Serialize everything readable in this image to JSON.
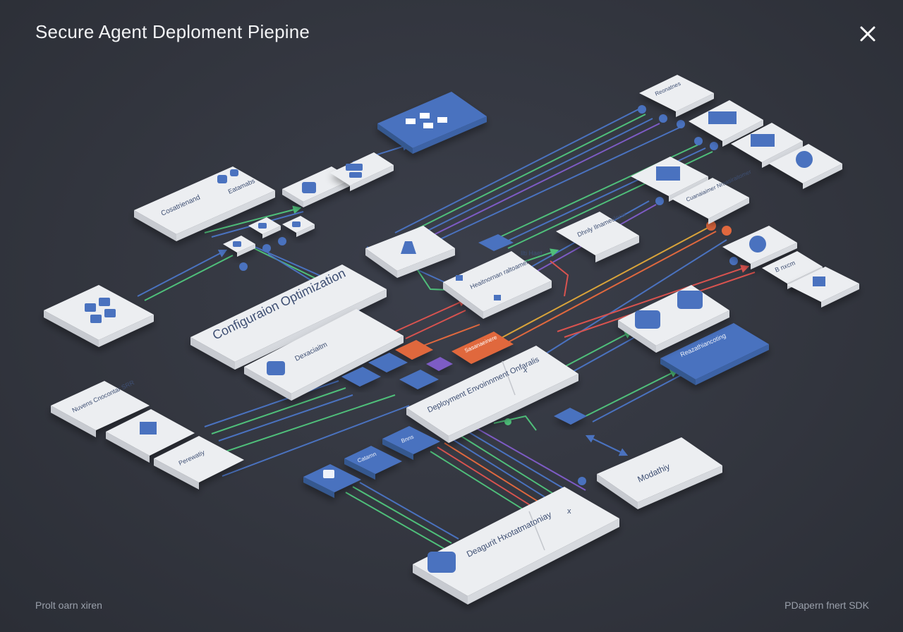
{
  "header": {
    "title": "Secure Agent Deploment Piepine",
    "close_icon": "close-icon"
  },
  "footer": {
    "left": "Prolt oarn xiren",
    "right": "PDapern fnert SDK"
  },
  "nodes": {
    "config_optimization": "Configuraion Optimization",
    "config_sub": "Dexaciaitm",
    "deployment_panel": "Deployment Envoinnment Onfaralis",
    "deployment_x": "x",
    "deploy_bottom": "Deagurit Hxotatmatoniay",
    "deploy_bottom_x": "x",
    "monitoring": "Modathiy",
    "top_left_card": "Cosatrienand",
    "top_left_card2": "Eatamabs",
    "left_list_1": "Nuvens Cnocontar SRR",
    "left_list_3": "Perewatiy",
    "blue_right": "Reazathiancoting",
    "small_blue_1": "Bnns",
    "small_blue_2": "Catamn",
    "mid_panel": "Heaitnornan raltoamer",
    "orange_wide": "Sasanaeinere",
    "top_right_1": "Reonatnes",
    "right_card_stack": "Cuanaiaimer Nroasiraitomer",
    "small_text_card": "Dhnly Ilnameclorer",
    "right_label_2": "B nxcm",
    "flow_label": "Ilti Haet"
  },
  "colors": {
    "background": "#33363f",
    "card": "#eceef1",
    "blue": "#4a72bf",
    "orange": "#e0683e",
    "purple": "#7d5bc4",
    "green": "#4fbf7a",
    "red": "#d9534f",
    "yellow": "#d9a43a"
  }
}
